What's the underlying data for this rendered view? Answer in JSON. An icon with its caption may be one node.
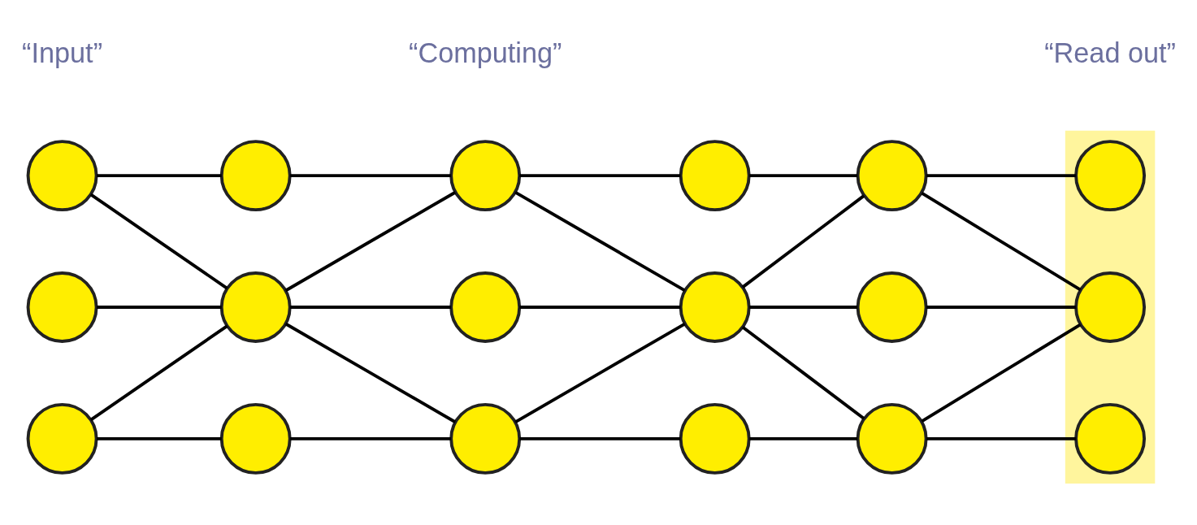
{
  "diagram": {
    "nodes": [
      {
        "text": [],
        "shape": "band"
      },
      {
        "text": [],
        "shape": "circle"
      },
      {
        "text": [],
        "shape": "circle"
      },
      {
        "text": [],
        "shape": "circle"
      },
      {
        "text": [],
        "shape": "circle"
      },
      {
        "text": [],
        "shape": "circle"
      },
      {
        "text": [],
        "shape": "circle",
        "in": 0
      },
      {
        "text": [],
        "shape": "circle"
      },
      {
        "text": [],
        "shape": "circle"
      },
      {
        "text": [],
        "shape": "circle"
      },
      {
        "text": [],
        "shape": "circle"
      },
      {
        "text": [],
        "shape": "circle"
      },
      {
        "text": [],
        "shape": "circle",
        "in": 0
      },
      {
        "text": [],
        "shape": "circle"
      },
      {
        "text": [],
        "shape": "circle"
      },
      {
        "text": [],
        "shape": "circle"
      },
      {
        "text": [],
        "shape": "circle"
      },
      {
        "text": [],
        "shape": "circle"
      },
      {
        "text": [],
        "shape": "circle",
        "in": 0
      }
    ],
    "edges": [
      {
        "from": 1,
        "to": 2,
        "arrow": "none"
      },
      {
        "from": 2,
        "to": 3,
        "arrow": "none"
      },
      {
        "from": 3,
        "to": 4,
        "arrow": "none"
      },
      {
        "from": 4,
        "to": 5,
        "arrow": "none"
      },
      {
        "from": 5,
        "to": 6,
        "arrow": "none"
      },
      {
        "from": 7,
        "to": 8,
        "arrow": "none"
      },
      {
        "from": 8,
        "to": 9,
        "arrow": "none"
      },
      {
        "from": 9,
        "to": 10,
        "arrow": "none"
      },
      {
        "from": 10,
        "to": 11,
        "arrow": "none"
      },
      {
        "from": 11,
        "to": 12,
        "arrow": "none"
      },
      {
        "from": 13,
        "to": 14,
        "arrow": "none"
      },
      {
        "from": 14,
        "to": 15,
        "arrow": "none"
      },
      {
        "from": 15,
        "to": 16,
        "arrow": "none"
      },
      {
        "from": 16,
        "to": 17,
        "arrow": "none"
      },
      {
        "from": 17,
        "to": 18,
        "arrow": "none"
      },
      {
        "from": 1,
        "to": 8,
        "arrow": "none"
      },
      {
        "from": 13,
        "to": 8,
        "arrow": "none"
      },
      {
        "from": 8,
        "to": 3,
        "arrow": "none"
      },
      {
        "from": 8,
        "to": 15,
        "arrow": "none"
      },
      {
        "from": 3,
        "to": 10,
        "arrow": "none"
      },
      {
        "from": 15,
        "to": 10,
        "arrow": "none"
      },
      {
        "from": 10,
        "to": 5,
        "arrow": "none"
      },
      {
        "from": 10,
        "to": 17,
        "arrow": "none"
      },
      {
        "from": 5,
        "to": 12,
        "arrow": "none"
      },
      {
        "from": 17,
        "to": 12,
        "arrow": "none"
      }
    ],
    "labels": [
      "“Input”",
      "“Computing”",
      "“Read out”"
    ]
  }
}
